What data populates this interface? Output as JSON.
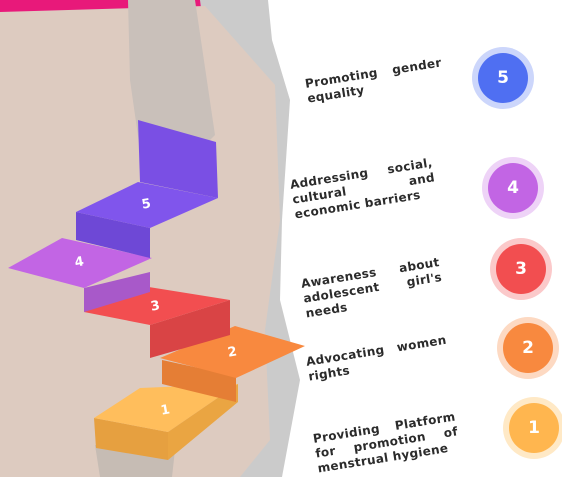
{
  "steps": [
    {
      "number": "1",
      "label": "Providing Platform for promotion of menstrual hygiene",
      "color": "#FFB64F",
      "halo": "#FFE9C6"
    },
    {
      "number": "2",
      "label": "Advocating women rights",
      "color": "#F8893F",
      "halo": "#FDD9C2"
    },
    {
      "number": "3",
      "label": "Awareness about adolescent girl's needs",
      "color": "#F24E50",
      "halo": "#FBC9CA"
    },
    {
      "number": "4",
      "label": "Addressing social, cultural and economic barriers",
      "color": "#C265E4",
      "halo": "#EED3F7"
    },
    {
      "number": "5",
      "label": "Promoting gender equality",
      "color": "#4F6FF2",
      "halo": "#CCD6FB"
    }
  ],
  "colors": {
    "wall": "#DCCABF",
    "wall_shadow": "#C8C8C8",
    "accent_bar": "#E8197A"
  }
}
